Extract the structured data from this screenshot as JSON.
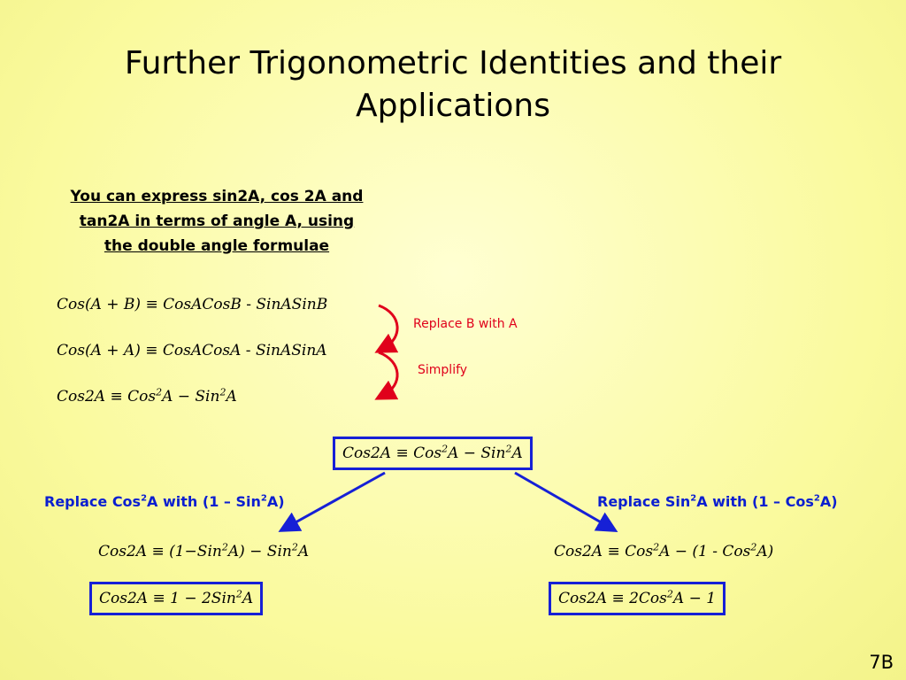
{
  "slide": {
    "title_line1": "Further Trigonometric Identities and their",
    "title_line2": "Applications",
    "intro_line1": "You can express sin2A, cos 2A and",
    "intro_line2": "tan2A in terms of angle A, using",
    "intro_line3": "the double angle formulae",
    "slide_number": "7B"
  },
  "derivation": {
    "step1": {
      "lhs": "Cos(A + B) ≡ CosACosB",
      "op": " - ",
      "rhs": "SinASinB"
    },
    "step2": {
      "lhs": "Cos(A + A) ≡ CosACosA",
      "op": " - ",
      "rhs": "SinASinA"
    },
    "step3": {
      "a": "Cos2A ≡ Cos",
      "b": "2",
      "c": "A  − Sin",
      "d": "2",
      "e": "A"
    },
    "note1": "Replace B with A",
    "note2": "Simplify"
  },
  "central": {
    "a": "Cos2A ≡ Cos",
    "b": "2",
    "c": "A  − Sin",
    "d": "2",
    "e": "A"
  },
  "left_branch": {
    "label_a": "Replace Cos",
    "label_b": "2",
    "label_c": "A with (1 – Sin",
    "label_d": "2",
    "label_e": "A)",
    "eq1": {
      "a": "Cos2A ≡ (1−Sin",
      "b": "2",
      "c": "A) − Sin",
      "d": "2",
      "e": "A"
    },
    "result": {
      "a": "Cos2A ≡ 1 − 2Sin",
      "b": "2",
      "c": "A"
    }
  },
  "right_branch": {
    "label_a": "Replace Sin",
    "label_b": "2",
    "label_c": "A with (1 – Cos",
    "label_d": "2",
    "label_e": "A)",
    "eq1": {
      "a": "Cos2A ≡ Cos",
      "b": "2",
      "c": "A  − (1 - Cos",
      "d": "2",
      "e": "A)"
    },
    "result": {
      "a": "Cos2A ≡ 2Cos",
      "b": "2",
      "c": "A  − 1"
    }
  },
  "colors": {
    "red": "#e0001b",
    "blue": "#1620d6",
    "background": "#fafa9e"
  }
}
